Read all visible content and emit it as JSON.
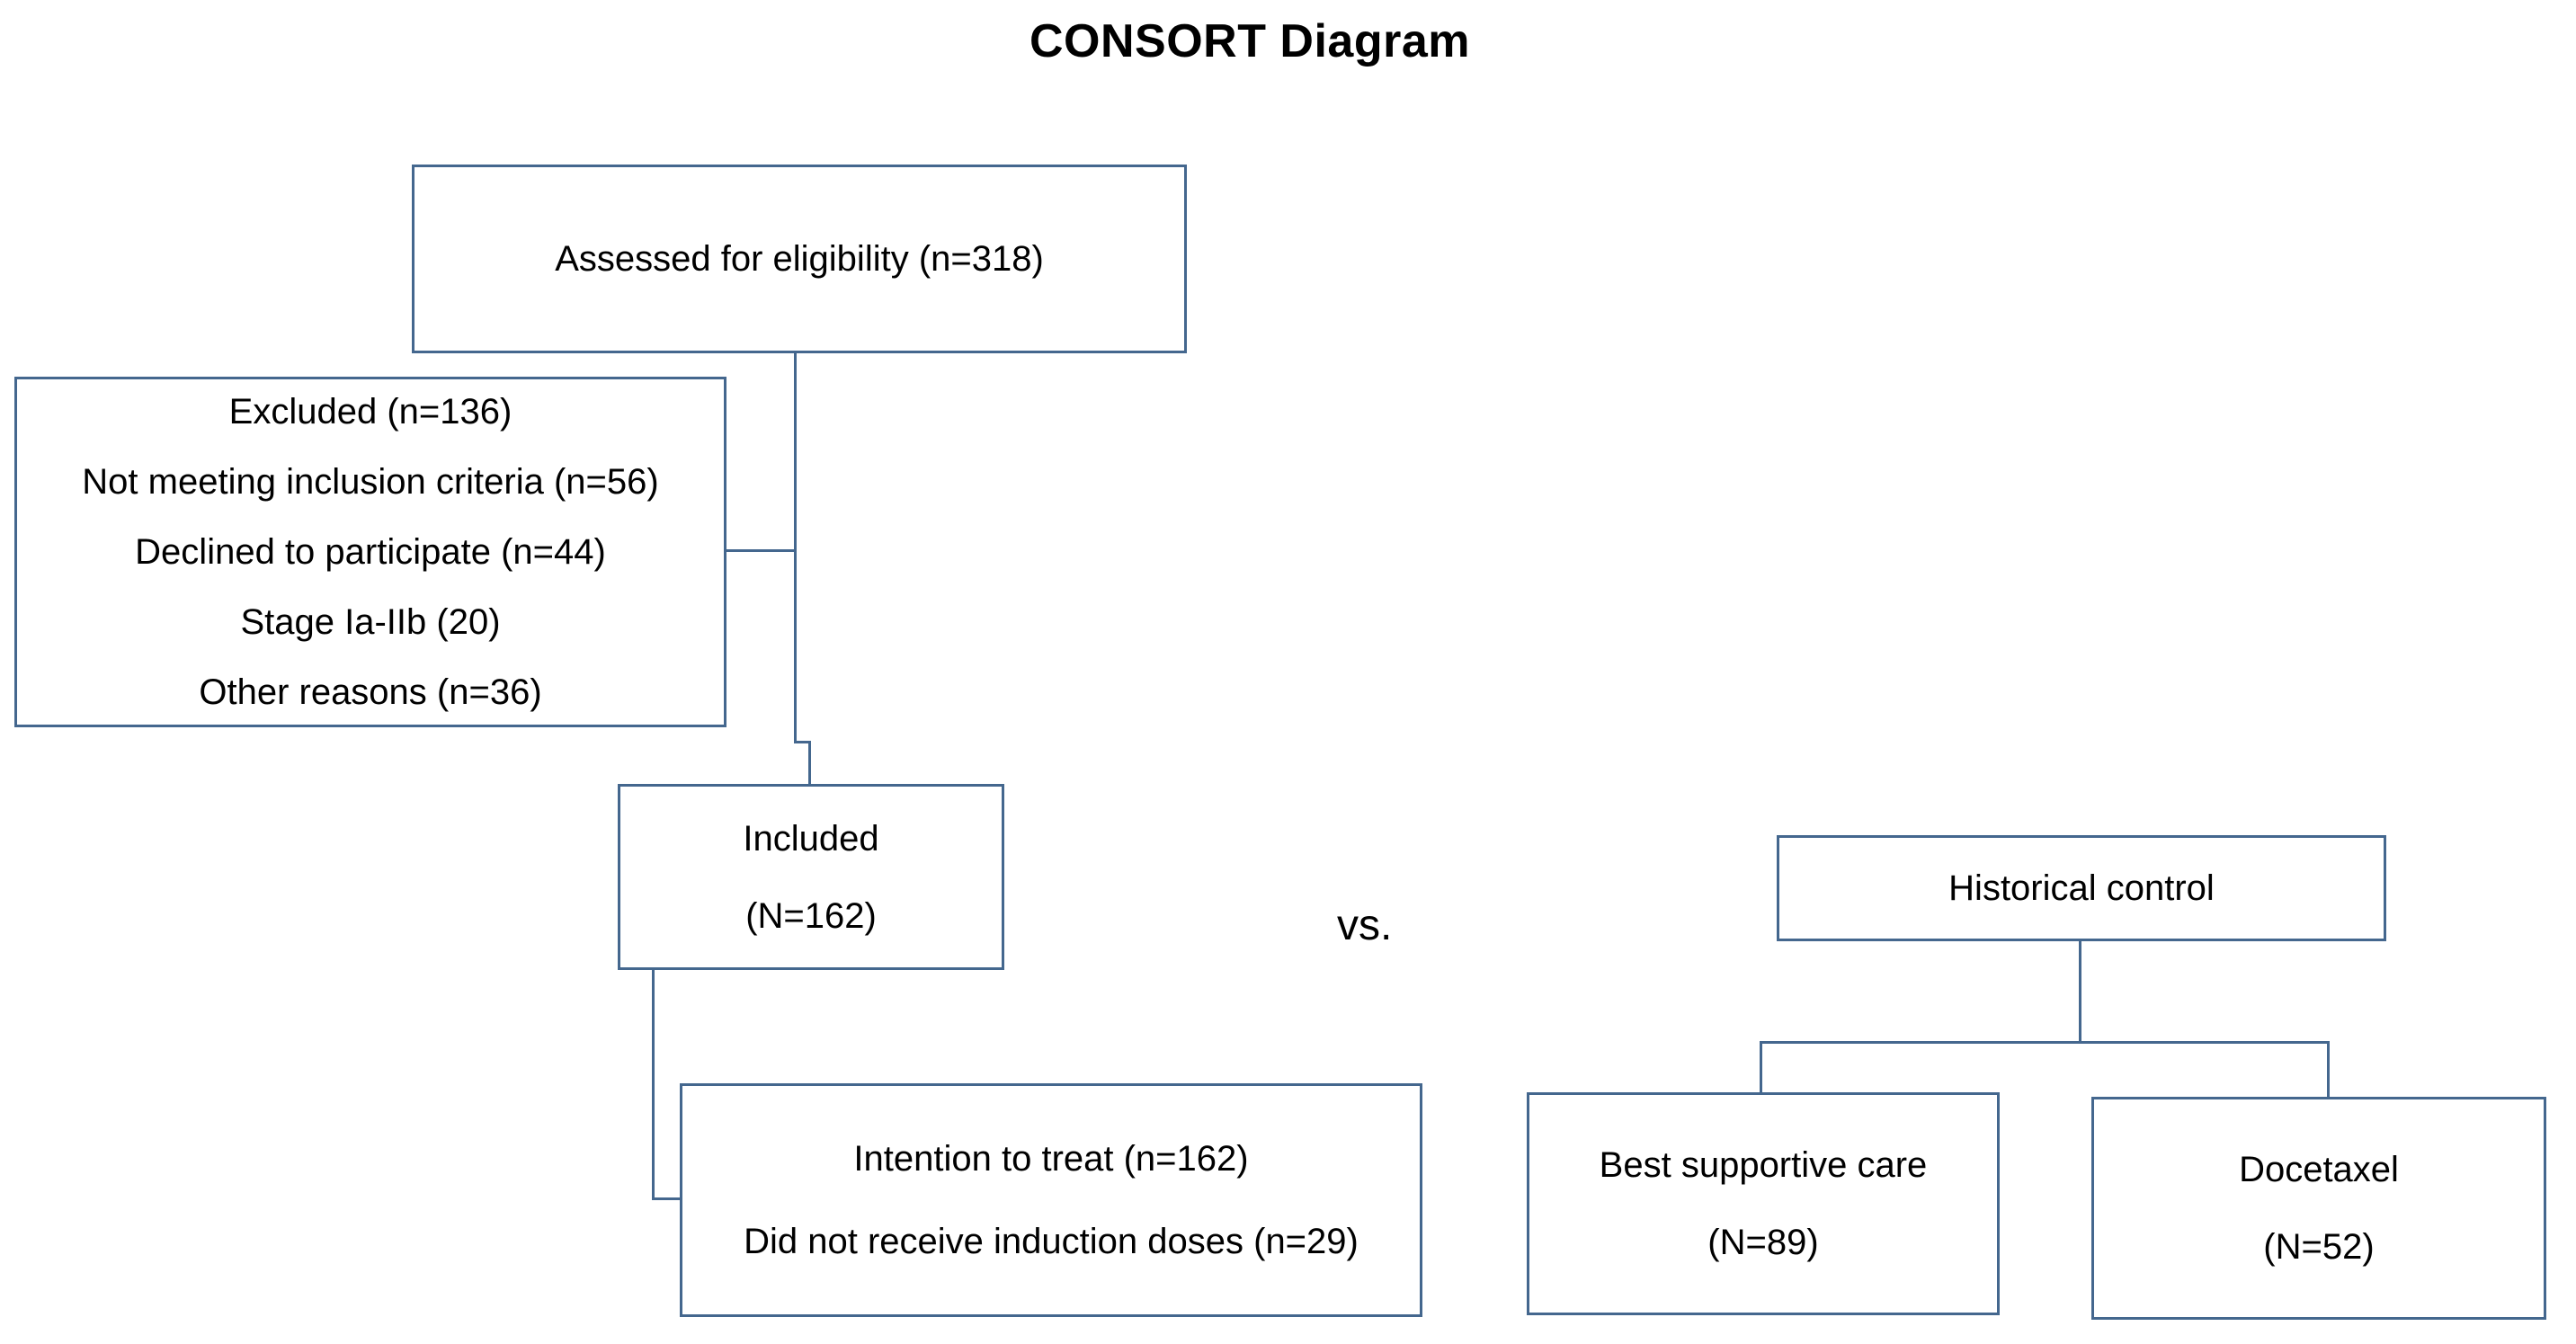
{
  "title": "CONSORT Diagram",
  "comparison_label": "vs.",
  "colors": {
    "line": "#44678E",
    "text": "#000000",
    "background": "#FFFFFF"
  },
  "boxes": {
    "assessed": {
      "lines": [
        "Assessed for eligibility (n=318)"
      ]
    },
    "excluded": {
      "lines": [
        "Excluded (n=136)",
        "Not meeting inclusion criteria (n=56)",
        "Declined to participate (n=44)",
        "Stage Ia-IIb (20)",
        "Other reasons (n=36)"
      ]
    },
    "included": {
      "lines": [
        "Included",
        "(N=162)"
      ]
    },
    "intention_to_treat": {
      "lines": [
        "Intention to treat (n=162)",
        "Did not receive induction doses (n=29)"
      ]
    },
    "historical_control": {
      "lines": [
        "Historical control"
      ]
    },
    "best_supportive_care": {
      "lines": [
        "Best supportive care",
        "(N=89)"
      ]
    },
    "docetaxel": {
      "lines": [
        "Docetaxel",
        "(N=52)"
      ]
    }
  }
}
